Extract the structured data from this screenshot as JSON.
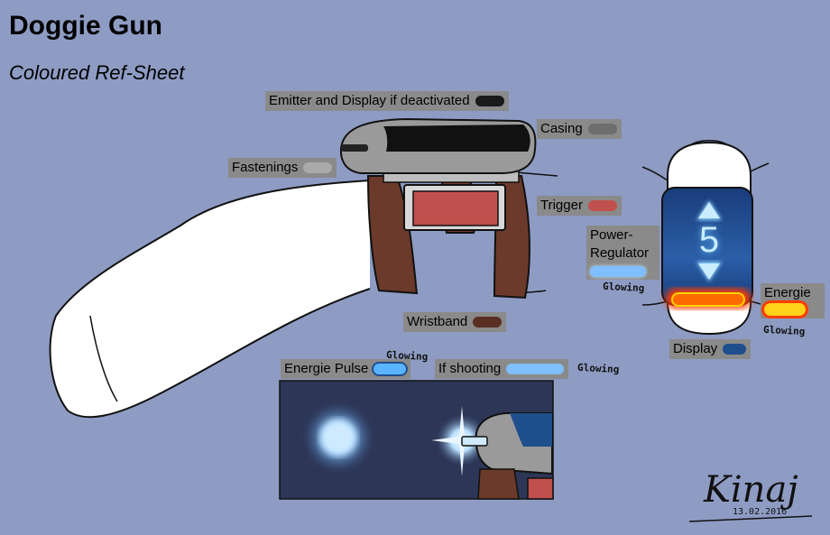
{
  "header": {
    "title": "Doggie Gun",
    "subtitle": "Coloured Ref-Sheet"
  },
  "labels": [
    {
      "key": "emitter",
      "text": "Emitter and Display if deactivated",
      "color": "#1a1a1a"
    },
    {
      "key": "casing",
      "text": "Casing",
      "color": "#6e6e6e"
    },
    {
      "key": "fastenings",
      "text": "Fastenings",
      "color": "#a9a9a9"
    },
    {
      "key": "trigger",
      "text": "Trigger",
      "color": "#c0504d"
    },
    {
      "key": "power",
      "text": "Power-Regulator",
      "color": "#7fbfff"
    },
    {
      "key": "energie",
      "text": "Energie",
      "color": "#ffd21a"
    },
    {
      "key": "wristband",
      "text": "Wristband",
      "color": "#5a2e22"
    },
    {
      "key": "display",
      "text": "Display",
      "color": "#1f4e8c"
    },
    {
      "key": "pulse",
      "text": "Energie Pulse",
      "color": "#5ab4ff"
    },
    {
      "key": "shooting",
      "text": "If shooting",
      "color": "#7fbfff"
    }
  ],
  "power_lines": [
    "Power-",
    "Regulator"
  ],
  "glowing": "Glowing",
  "display_digit": "5",
  "signature": {
    "name": "Kinaj",
    "date": "13.02.2016"
  },
  "colors": {
    "background": "#8e9cc4",
    "casing": "#9a9a9a",
    "wristband": "#6b3a2a",
    "trigger": "#c0504d",
    "display": "#1f4e8c",
    "energy": "#ff6a00"
  }
}
